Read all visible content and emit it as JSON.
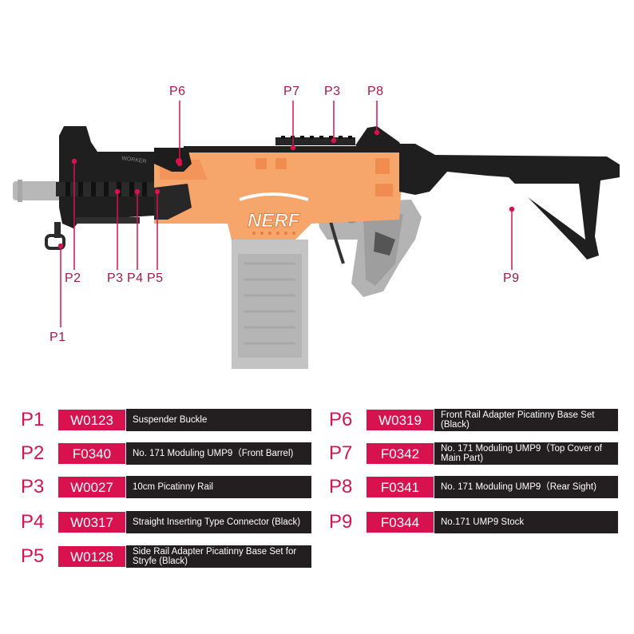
{
  "colors": {
    "accent": "#d7124e",
    "callout_text": "#a31a45",
    "desc_bg": "#231f20",
    "orange_part": "#f6a56b",
    "black_part": "#232323",
    "grey_part": "#b9b9b9"
  },
  "diagram": {
    "brand_text": "NERF",
    "callouts": [
      "P1",
      "P2",
      "P3",
      "P4",
      "P5",
      "P6",
      "P7",
      "P3",
      "P8",
      "P9"
    ]
  },
  "parts_left": [
    {
      "num": "P1",
      "code": "W0123",
      "desc": "Suspender Buckle"
    },
    {
      "num": "P2",
      "code": "F0340",
      "desc": "No. 171 Moduling UMP9（Front Barrel)"
    },
    {
      "num": "P3",
      "code": "W0027",
      "desc": "10cm Picatinny Rail"
    },
    {
      "num": "P4",
      "code": "W0317",
      "desc": "Straight Inserting Type Connector (Black)"
    },
    {
      "num": "P5",
      "code": "W0128",
      "desc": "Side  Rail Adapter Picatinny Base Set for Stryfe (Black)"
    }
  ],
  "parts_right": [
    {
      "num": "P6",
      "code": "W0319",
      "desc": "Front Rail Adapter Picatinny Base Set (Black)"
    },
    {
      "num": "P7",
      "code": "F0342",
      "desc": "No. 171 Moduling UMP9（Top Cover of  Main  Part)"
    },
    {
      "num": "P8",
      "code": "F0341",
      "desc": "No. 171 Moduling UMP9（Rear Sight)"
    },
    {
      "num": "P9",
      "code": "F0344",
      "desc": "No.171 UMP9 Stock"
    }
  ]
}
